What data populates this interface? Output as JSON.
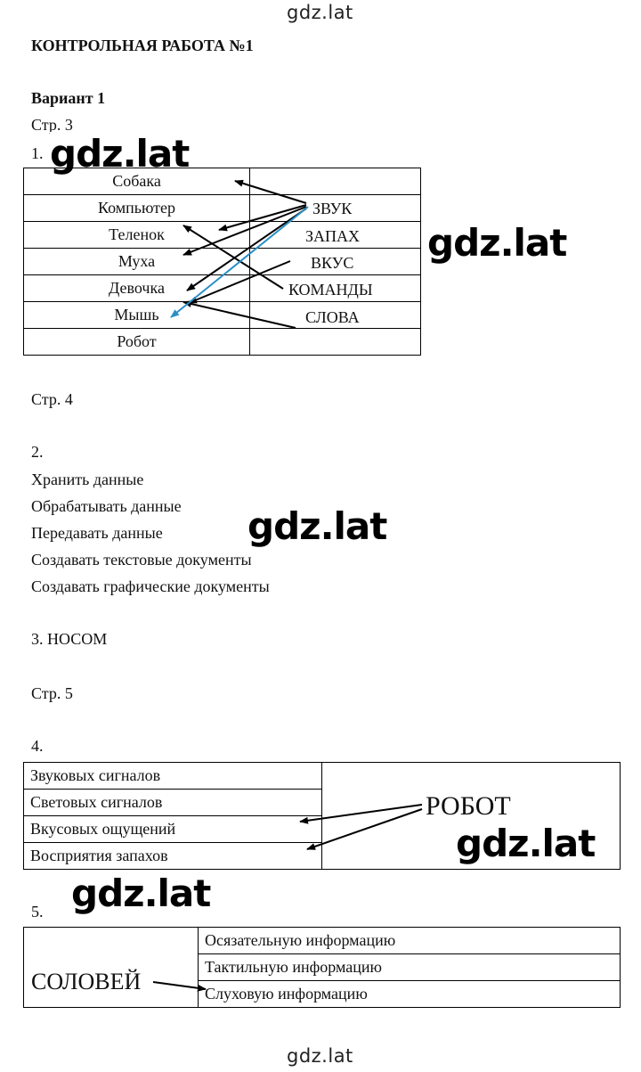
{
  "watermark": "gdz.lat",
  "title": "КОНТРОЛЬНАЯ РАБОТА №1",
  "variant": "Вариант 1",
  "page3": "Стр. 3",
  "task1": {
    "number": "1.",
    "left": [
      "Собака",
      "Компьютер",
      "Теленок",
      "Муха",
      "Девочка",
      "Мышь",
      "Робот"
    ],
    "right": [
      "ЗВУК",
      "ЗАПАХ",
      "ВКУС",
      "КОМАНДЫ",
      "СЛОВА"
    ]
  },
  "page4": "Стр. 4",
  "task2": {
    "number": "2.",
    "items": [
      "Хранить данные",
      "Обрабатывать данные",
      "Передавать данные",
      "Создавать текстовые документы",
      "Создавать графические документы"
    ]
  },
  "task3": "3. НОСОМ",
  "page5": "Стр. 5",
  "task4": {
    "number": "4.",
    "rows": [
      "Звуковых сигналов",
      "Световых сигналов",
      "Вкусовых ощущений",
      "Восприятия запахов"
    ],
    "label": "РОБОТ"
  },
  "task5": {
    "number": "5.",
    "label": "СОЛОВЕЙ",
    "rows": [
      "Осязательную информацию",
      "Тактильную информацию",
      "Слуховую информацию"
    ]
  },
  "colors": {
    "arrow": "#000000",
    "highlight_arrow": "#2a8fc6"
  }
}
